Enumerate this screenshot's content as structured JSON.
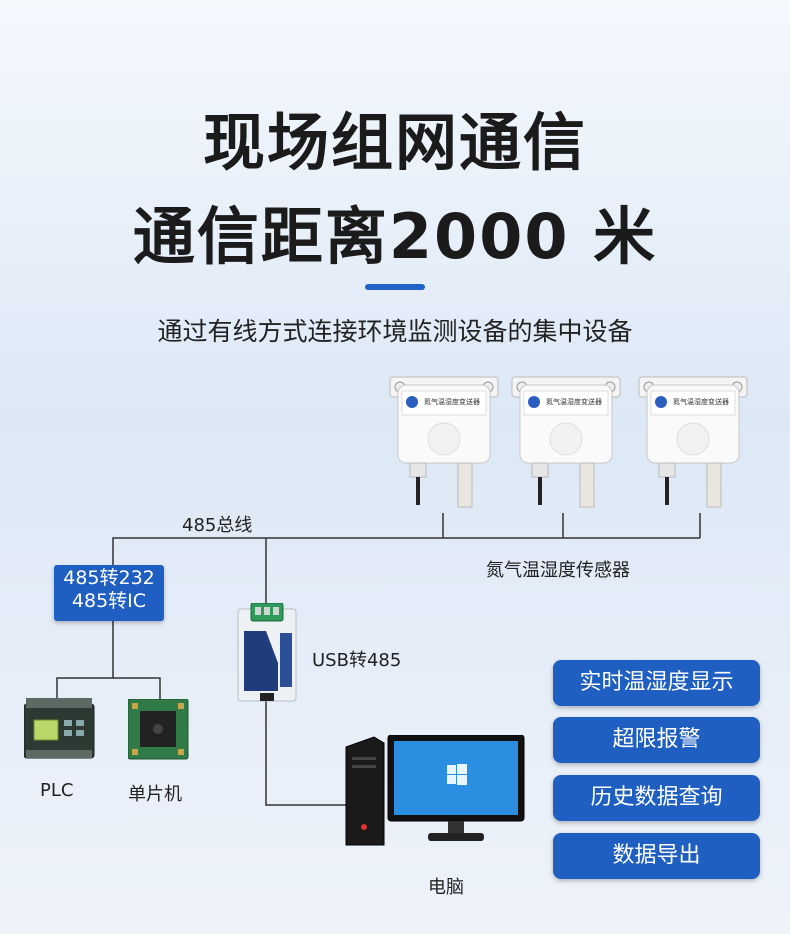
{
  "header": {
    "title_line1": "现场组网通信",
    "title_line2": "通信距离2000 米",
    "subtitle": "通过有线方式连接环境监测设备的集中设备"
  },
  "diagram": {
    "bus_label": "485总线",
    "sensors_label": "氮气温湿度传感器",
    "sensor_plate_text": "氮气温湿度变送器",
    "converter_box": {
      "line1": "485转232",
      "line2": "485转IC"
    },
    "usb_label": "USB转485",
    "plc_label": "PLC",
    "mcu_label": "单片机",
    "pc_label": "电脑"
  },
  "features": [
    {
      "label": "实时温湿度显示"
    },
    {
      "label": "超限报警"
    },
    {
      "label": "历史数据查询"
    },
    {
      "label": "数据导出"
    }
  ],
  "colors": {
    "accent": "#1f63c7",
    "box": "#1f5fc2",
    "line": "#333333"
  }
}
